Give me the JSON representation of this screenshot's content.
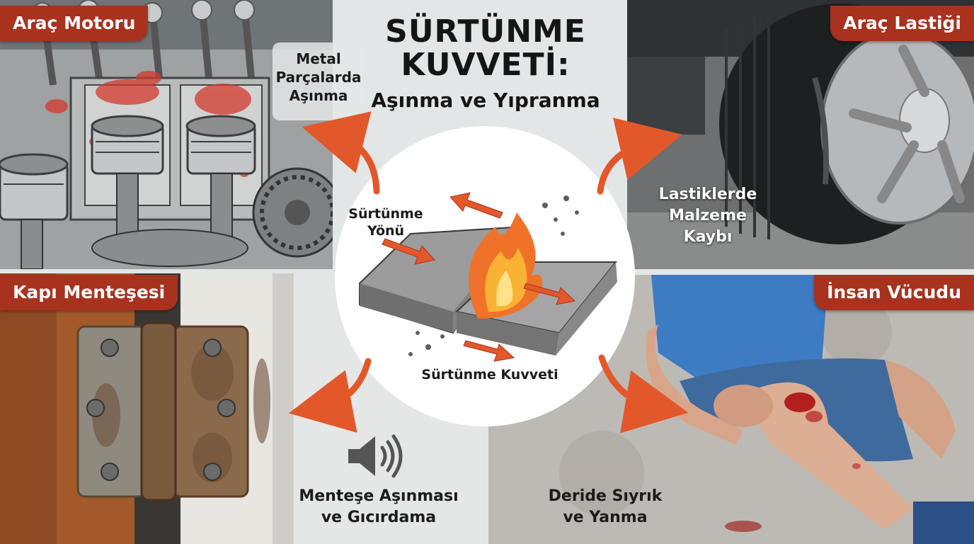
{
  "title": {
    "line1": "SÜRTÜNME",
    "line2": "KUVVETİ:",
    "subtitle": "Aşınma ve Yıpranma"
  },
  "panels": {
    "engine": {
      "tag": "Araç Motoru",
      "caption_lines": [
        "Metal",
        "Parçalarda",
        "Aşınma"
      ]
    },
    "tire": {
      "tag": "Araç Lastiği",
      "caption_lines": [
        "Lastiklerde",
        "Malzeme",
        "Kaybı"
      ]
    },
    "hinge": {
      "tag": "Kapı Menteşesi",
      "caption_lines": [
        "Menteşe Aşınması",
        "ve Gıcırdama"
      ]
    },
    "body": {
      "tag": "İnsan Vücudu",
      "caption_lines": [
        "Deride Sıyrık",
        "ve Yanma"
      ]
    }
  },
  "center": {
    "direction_label_lines": [
      "Sürtünme",
      "Yönü"
    ],
    "force_label": "Sürtünme Kuvveti"
  },
  "colors": {
    "tag_bg": "#a8321e",
    "arrow": "#e2582a",
    "title_text": "#151515",
    "background": "#e3e6e6"
  },
  "icons": [
    "speaker-icon",
    "flame-icon",
    "curved-arrow-icon",
    "direction-arrow-icon"
  ]
}
